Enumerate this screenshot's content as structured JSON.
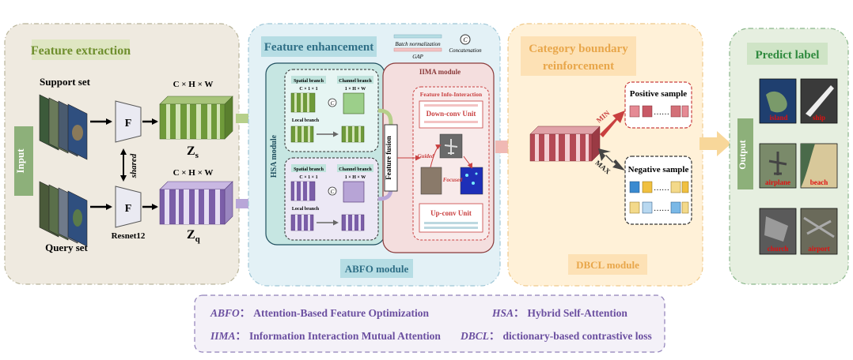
{
  "panels": {
    "feature_extraction": {
      "title": "Feature extraction"
    },
    "feature_enhancement": {
      "title": "Feature enhancement",
      "footer": "ABFO module"
    },
    "category_boundary": {
      "title_line1": "Category boundary",
      "title_line2": "reinforcement",
      "footer": "DBCL module"
    },
    "predict_label": {
      "title": "Predict label"
    }
  },
  "feature_extraction": {
    "input_label": "Input",
    "support_set": "Support set",
    "query_set": "Query set",
    "encoder_label": "F",
    "shared_label": "shared",
    "backbone_label": "Resnet12",
    "dims_label": "C × H × W",
    "zs_main": "Z",
    "zs_sub": "s",
    "zq_main": "Z",
    "zq_sub": "q"
  },
  "legend_small": {
    "batch_norm": "Batch normalization",
    "gap": "GAP",
    "concat_symbol": "C",
    "concatenation": "Concatenation"
  },
  "hsa": {
    "module_label": "HSA module",
    "spatial_branch": "Spatial branch",
    "channel_branch": "Channel branch",
    "spatial_dims": "C × 1 × 1",
    "channel_dims": "1 × H × W",
    "local_branch": "Local branch",
    "concat_symbol": "C"
  },
  "fusion_label": "Feature fusion",
  "iima": {
    "title": "IIMA module",
    "info_interaction": "Feature Info-Interaction",
    "down_conv": "Down-conv Unit",
    "up_conv": "Up-conv Unit",
    "guided": "Guided",
    "focused": "Focused"
  },
  "dbcl": {
    "positive_sample": "Positive sample",
    "negative_sample": "Negative sample",
    "min_label": "MIN",
    "max_label": "MAX"
  },
  "output": {
    "label": "Output",
    "classes": [
      "island",
      "ship",
      "airplane",
      "beach",
      "church",
      "airport"
    ]
  },
  "legend": {
    "items": [
      {
        "abbr": "ABFO",
        "sep": "：",
        "text": "Attention-Based Feature Optimization"
      },
      {
        "abbr": "HSA",
        "sep": "：",
        "text": "Hybrid Self-Attention"
      },
      {
        "abbr": "IIMA",
        "sep": "：",
        "text": "Information Interaction Mutual Attention"
      },
      {
        "abbr": "DBCL",
        "sep": "：",
        "text": "dictionary-based contrastive loss"
      }
    ]
  },
  "colors": {
    "extraction_bg": "#efeae0",
    "extraction_title": "#6f8f2e",
    "enhancement_bg": "#e3f1f6",
    "enhancement_title": "#2f6f86",
    "boundary_bg": "#fff1d8",
    "boundary_title": "#e8a64a",
    "predict_bg": "#e6efe0",
    "predict_title": "#2f8a3e",
    "green_feat": "#6f9a3a",
    "purple_feat": "#7b5ea8",
    "dbcl_feat": "#b44a55",
    "legend_text": "#6b4fa0",
    "label_red": "#e01010"
  }
}
